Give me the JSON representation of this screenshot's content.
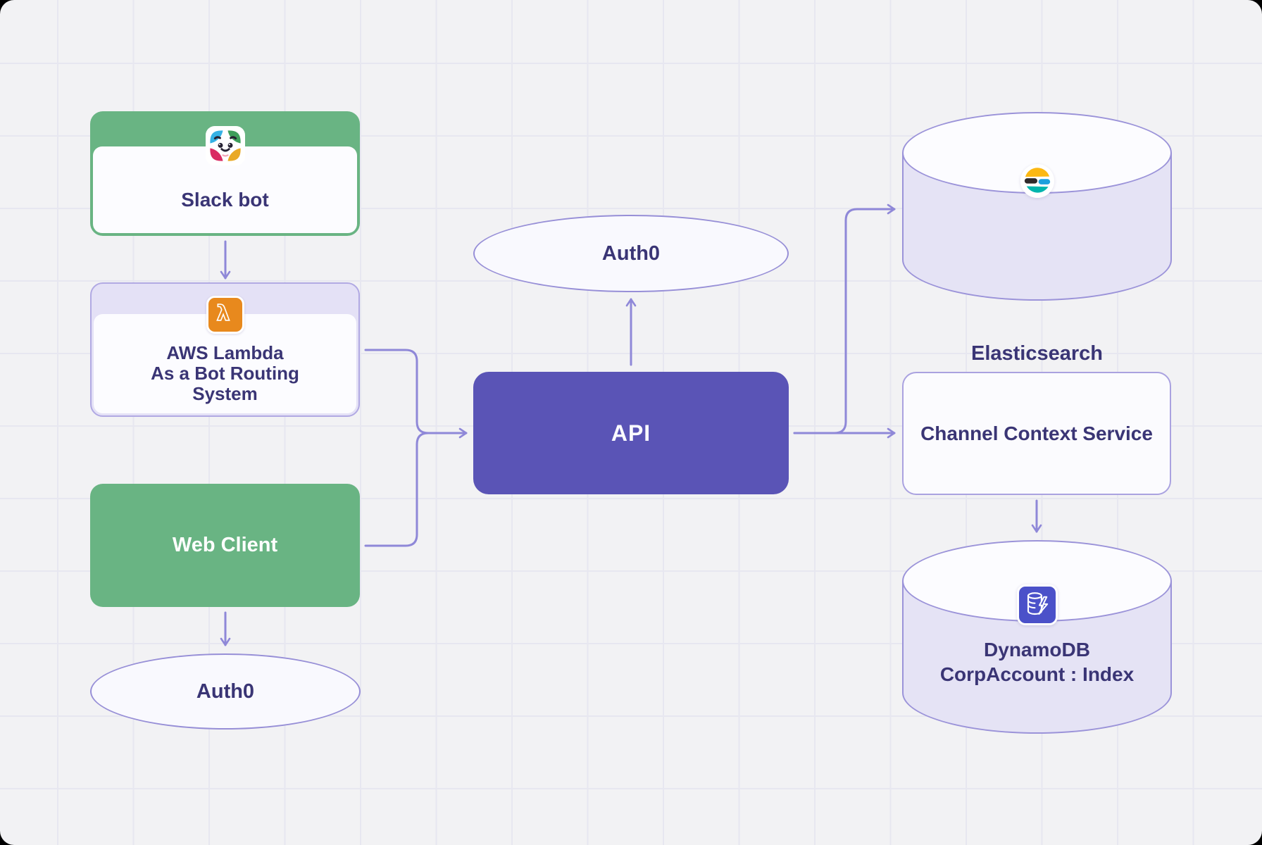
{
  "diagram": {
    "nodes": {
      "slack_bot": {
        "label": "Slack bot"
      },
      "aws_lambda": {
        "lines": [
          "AWS Lambda",
          "As a Bot Routing",
          "System"
        ]
      },
      "web_client": {
        "label": "Web Client"
      },
      "auth0_left": {
        "label": "Auth0"
      },
      "auth0_top": {
        "label": "Auth0"
      },
      "api": {
        "label": "API"
      },
      "elasticsearch": {
        "label": "Elasticsearch"
      },
      "channel_context_service": {
        "label": "Channel Context Service"
      },
      "dynamodb": {
        "lines": [
          "DynamoDB",
          "CorpAccount : Index"
        ]
      }
    },
    "edges": [
      {
        "from": "slack_bot",
        "to": "aws_lambda"
      },
      {
        "from": "aws_lambda",
        "to": "api"
      },
      {
        "from": "web_client",
        "to": "api"
      },
      {
        "from": "web_client",
        "to": "auth0_left"
      },
      {
        "from": "api",
        "to": "auth0_top"
      },
      {
        "from": "api",
        "to": "elasticsearch"
      },
      {
        "from": "api",
        "to": "channel_context_service"
      },
      {
        "from": "channel_context_service",
        "to": "dynamodb"
      }
    ],
    "colors": {
      "background": "#f2f2f4",
      "grid_line": "#e7e7f0",
      "edge": "#8f88d8",
      "green_node": "#69b483",
      "indigo_node": "#5a54b6",
      "lavender_header": "#e4e1f6",
      "node_border_purple": "#9b93d9",
      "label_text": "#3a3575",
      "lambda_orange": "#e8891d",
      "dynamodb_indigo": "#4b51c9",
      "elastic_yellow": "#fcb813",
      "elastic_blue": "#1ca0dd",
      "elastic_teal": "#00b5ad",
      "elastic_dark": "#2f2a2b",
      "slack_blue": "#35b1e4",
      "slack_green": "#3e9e5b",
      "slack_crimson": "#d92b63",
      "slack_amber": "#e9a926"
    }
  }
}
